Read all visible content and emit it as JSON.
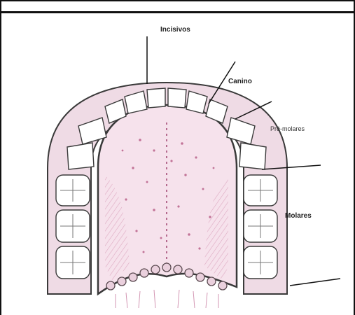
{
  "labels": {
    "incisivos": "Incisivos",
    "canino": "Canino",
    "pre_molares": "Pré-molares",
    "molares": "Molares"
  },
  "colors": {
    "outline": "#3a3a3a",
    "gum": "#d9b6c6",
    "palate": "#f3d9e6",
    "palate_marks": "#c06a93",
    "tooth_fill": "#ffffff"
  }
}
